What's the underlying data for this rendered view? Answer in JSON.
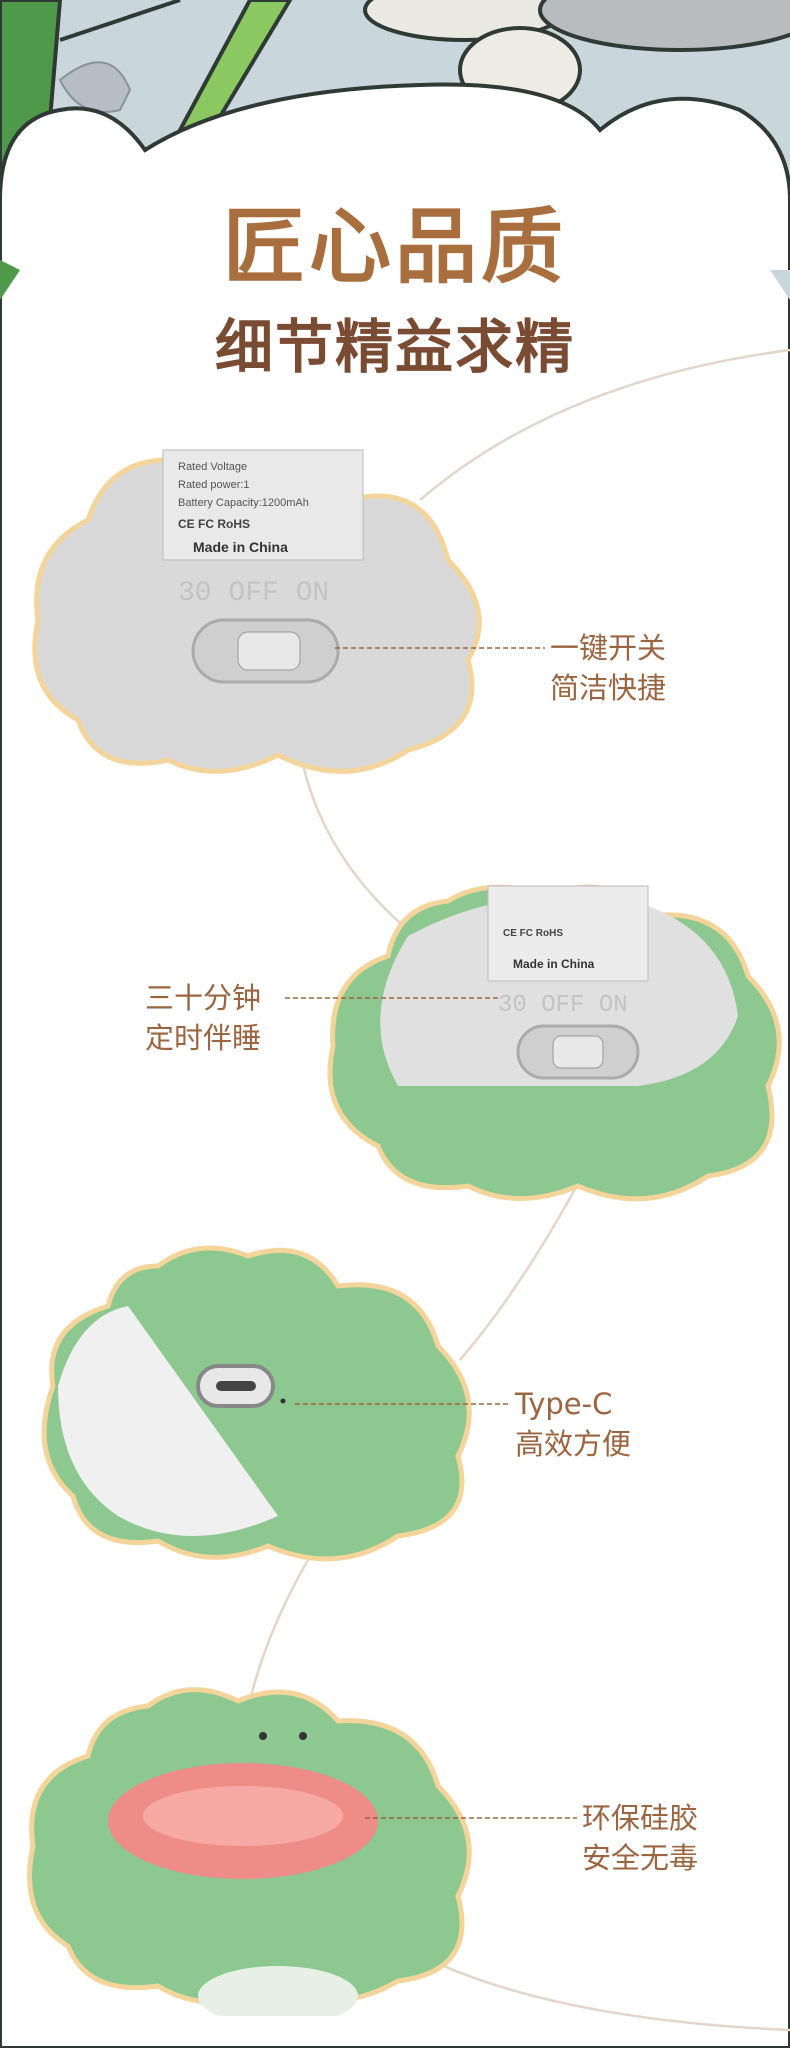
{
  "header": {
    "title": "匠心品质",
    "subtitle": "细节精益求精"
  },
  "features": [
    {
      "line1": "一键开关",
      "line2": "简洁快捷"
    },
    {
      "line1": "三十分钟",
      "line2": "定时伴睡"
    },
    {
      "line1": "Type-C",
      "line2": "高效方便"
    },
    {
      "line1": "环保硅胶",
      "line2": "安全无毒"
    }
  ],
  "product_label": {
    "lines": [
      "Rated Voltage",
      "Rated power:1",
      "Battery Capacity:1200mAh",
      "CE FC RoHS",
      "Made in China"
    ],
    "switch_positions": [
      "30",
      "OFF",
      "ON"
    ]
  },
  "colors": {
    "title": "#a86e3e",
    "subtitle": "#7a4b33",
    "label": "#9a6540",
    "outline": "#f3d59b",
    "green": "#8cc88f",
    "gray": "#d8d8d8"
  }
}
